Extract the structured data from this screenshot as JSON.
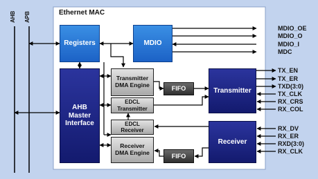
{
  "title": "Ethernet MAC",
  "buses": {
    "ahb": "AHB",
    "apb": "APB"
  },
  "blocks": {
    "registers": "Registers",
    "mdio": "MDIO",
    "ahb_master": [
      "AHB",
      "Master",
      "Interface"
    ],
    "tx_dma": [
      "Transmitter",
      "DMA Engine"
    ],
    "edcl_tx": [
      "EDCL",
      "Transmitter"
    ],
    "fifo_tx": "FIFO",
    "transmitter": "Transmitter",
    "edcl_rx": [
      "EDCL",
      "Receiver"
    ],
    "rx_dma": [
      "Receiver",
      "DMA Engine"
    ],
    "fifo_rx": "FIFO",
    "receiver": "Receiver"
  },
  "signals": {
    "mdio": [
      "MDIO_OE",
      "MDIO_O",
      "MDIO_I",
      "MDC"
    ],
    "tx": [
      "TX_EN",
      "TX_ER",
      "TXD(3:0)",
      "TX_CLK",
      "RX_CRS",
      "RX_COL"
    ],
    "rx": [
      "RX_DV",
      "RX_ER",
      "RXD(3:0)",
      "RX_CLK"
    ]
  },
  "colors": {
    "background": "#c2d3ee",
    "mac_panel": "#ffffff",
    "register_blue": "#2a7ad6",
    "core_navy": "#1f268a",
    "buffer_gray": "#c8c8c8",
    "fifo_dark": "#4a4a4a"
  }
}
